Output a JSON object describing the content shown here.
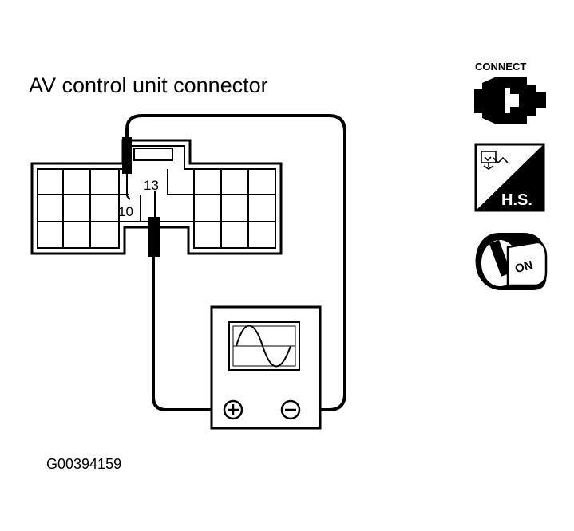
{
  "diagram": {
    "title": "AV control unit connector",
    "figure_code": "G00394159",
    "connector": {
      "pin_a": "10",
      "pin_b": "13"
    },
    "meter": {
      "positive_terminal": "+",
      "negative_terminal": "−"
    },
    "icons": {
      "connect_label": "CONNECT",
      "hs_label": "H.S.",
      "ignition_label": "ON"
    }
  }
}
